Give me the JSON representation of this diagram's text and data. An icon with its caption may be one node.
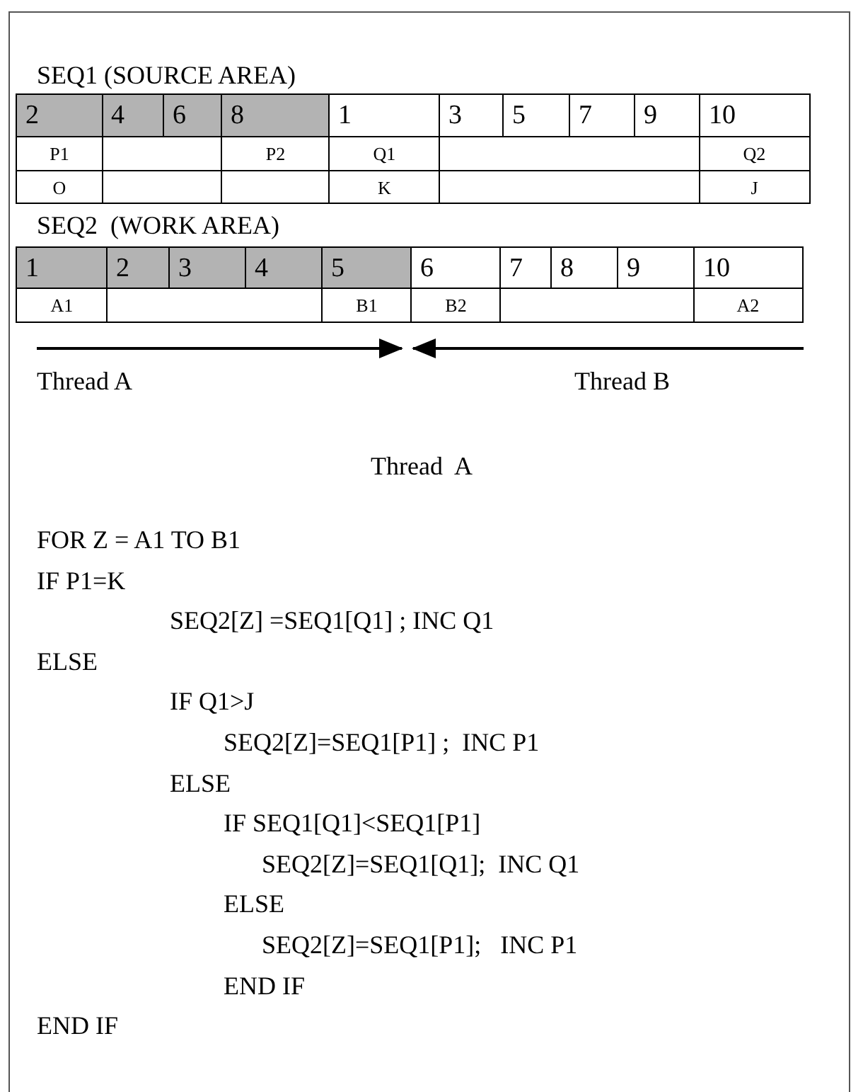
{
  "diagram": {
    "labels": [
      "SEQ1 (SOURCE AREA)",
      "2",
      "4",
      "6",
      "8",
      "1",
      "3",
      "5",
      "7",
      "9",
      "10",
      "P1",
      "P2",
      "Q1",
      "Q2",
      "O",
      "K",
      "J",
      "SEQ2  (WORK AREA)",
      "1",
      "2",
      "3",
      "4",
      "5",
      "6",
      "7",
      "8",
      "9",
      "10",
      "A1",
      "B1",
      "B2",
      "A2",
      "Thread A",
      "Thread B",
      "Thread  A",
      "FOR Z = A1 TO B1",
      "IF P1=K",
      "SEQ2[Z] =SEQ1[Q1] ; INC Q1",
      "ELSE",
      "IF Q1>J",
      "SEQ2[Z]=SEQ1[P1] ;  INC P1",
      "ELSE",
      "IF SEQ1[Q1]<SEQ1[P1]",
      "SEQ2[Z]=SEQ1[Q1];  INC Q1",
      "ELSE",
      "SEQ2[Z]=SEQ1[P1];   INC P1",
      "END IF",
      "END IF"
    ]
  }
}
